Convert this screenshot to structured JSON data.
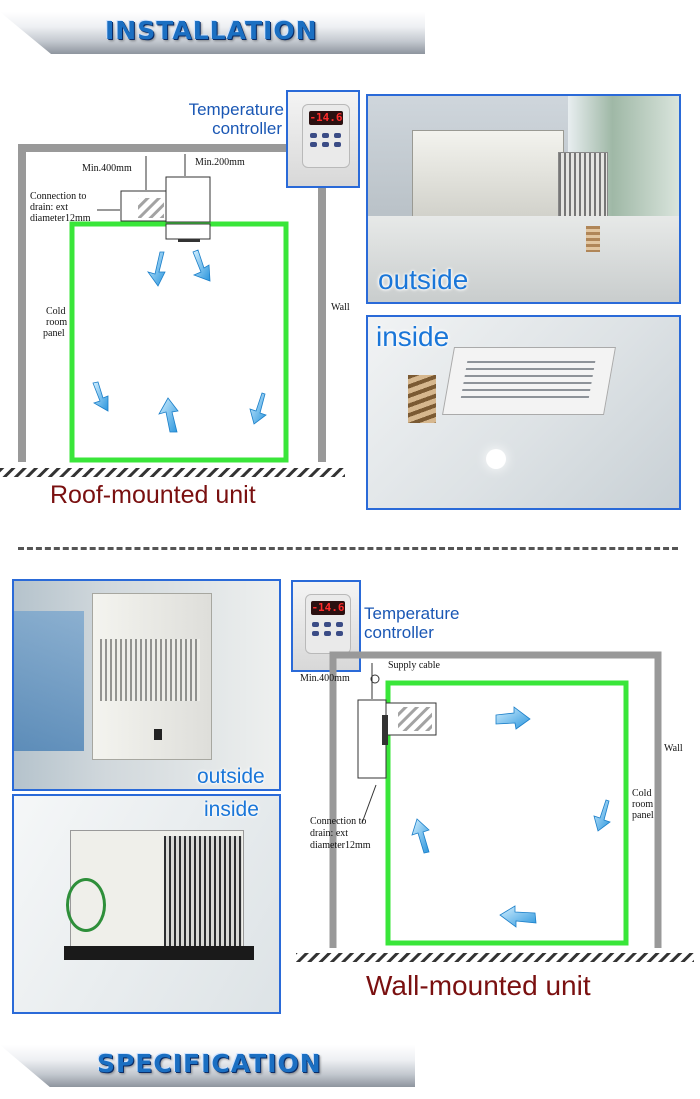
{
  "headers": {
    "installation": "INSTALLATION",
    "specification": "SPECIFICATION"
  },
  "roof": {
    "temp_controller_line1": "Temperature",
    "temp_controller_line2": "controller",
    "min400": "Min.400mm",
    "min200": "Min.200mm",
    "drain_line1": "Connection to",
    "drain_line2": "drain: ext",
    "drain_line3": "diameter12mm",
    "cold_line1": "Cold",
    "cold_line2": "room",
    "cold_line3": "panel",
    "wall": "Wall",
    "caption": "Roof-mounted unit",
    "photo_outside": "outside",
    "photo_inside": "inside",
    "display": "-14.6"
  },
  "wall_unit": {
    "temp_controller_line1": "Temperature",
    "temp_controller_line2": "controller",
    "supply": "Supply cable",
    "min400": "Min.400mm",
    "drain_line1": "Connection to",
    "drain_line2": "drain: ext",
    "drain_line3": "diameter12mm",
    "cold_line1": "Cold",
    "cold_line2": "room",
    "cold_line3": "panel",
    "wall": "Wall",
    "caption": "Wall-mounted unit",
    "photo_outside": "outside",
    "photo_inside": "inside",
    "display": "-14.6"
  },
  "colors": {
    "green": "#39e639",
    "blue_border": "#2a6ad8",
    "caption": "#7a1010",
    "arrow": "#3aa9e6"
  }
}
